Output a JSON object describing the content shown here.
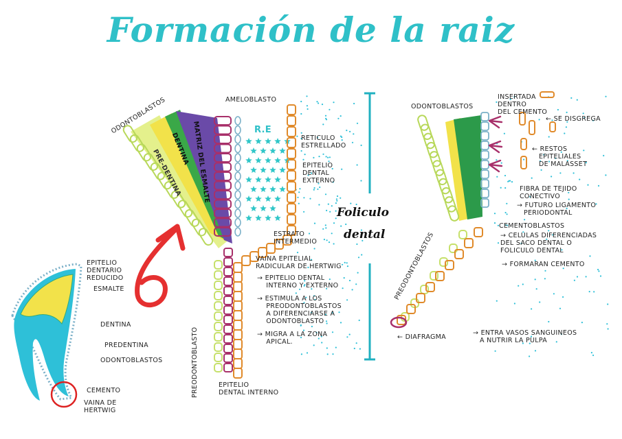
{
  "title": "Formación  de la raiz",
  "colors": {
    "title": "#2fc0c8",
    "enamel": "#f2e24a",
    "dentin": "#2ec0d8",
    "predentin": "#e4f08c",
    "odontoblast": "#d4ec7c",
    "ameloblast": "#a8306a",
    "outer_epithelium": "#e08a2a",
    "stellate": "#30c6c8",
    "arrow": "#e53030",
    "bar": "#20b0c0"
  },
  "center_label": {
    "line1": "Foliculo",
    "line2": "dental"
  },
  "big_arrow": {
    "glyph": "6"
  },
  "left_tooth": {
    "epitelio_dentario_reducido": "EPITELIO\nDENTARIO\nREDUCIDO",
    "esmalte": "ESMALTE",
    "dentina": "DENTINA",
    "predentina": "PREDENTINA",
    "odontoblastos": "ODONTOBLASTOS",
    "cemento": "CEMENTO",
    "vaina": "VAINA DE\nHERTWIG"
  },
  "middle": {
    "odontoblastos": "ODONTOBLASTOS",
    "ameloblasto": "AMELOBLASTO",
    "layer_predentina": "PRE-DENTINA",
    "layer_dentina": "DENTINA",
    "layer_matriz": "MATRIZ DEL ESMALTE",
    "re": "R.E",
    "reticulo": "RETICULO\nESTRELLADO",
    "epitelio_externo": "EPITELIO\nDENTAL\nEXTERNO",
    "estrato": "ESTRATO\nINTERMEDIO",
    "vaina": "VAINA EPITELIAL\nRADICULAR DE HERTWIG",
    "bullet1": "→ EPITELIO DENTAL\n    INTERNO Y EXTERNO",
    "bullet2": "→ ESTIMULA A LOS\n    PREODONTOBLASTOS\n    A DIFERENCIARSE A\n    ODONTOBLASTO",
    "bullet3": "→ MIGRA A LA ZONA\n    APICAL.",
    "preodontoblasto": "PREODONTOBLASTO",
    "epitelio_interno": "EPITELIO\nDENTAL INTERNO"
  },
  "right": {
    "odontoblastos": "ODONTOBLASTOS",
    "insertada": "INSERTADA\nDENTRO\nDEL CEMENTO",
    "se_disgrega": "← SE DISGREGA",
    "restos": "← RESTOS\n   EPITELIALES\n   DE MALASSET",
    "fibra": "FIBRA DE TEJIDO\nCONECTIVO",
    "futuro": "→ FUTURO LIGAMENTO\n   PERIODONTAL",
    "cementoblastos": "CEMENTOBLASTOS",
    "celulas": "→ CELULAS DIFERENCIADAS\nDEL SACO DENTAL O\nFOLICULO DENTAL",
    "formaran": "→ FORMARAN CEMENTO",
    "preodontoblastos": "PREODONTOBLASTOS",
    "diafragma": "← DIAFRAGMA",
    "entra": "→ ENTRA VASOS SANGUINEOS\n   A NUTRIR LA PULPA"
  }
}
